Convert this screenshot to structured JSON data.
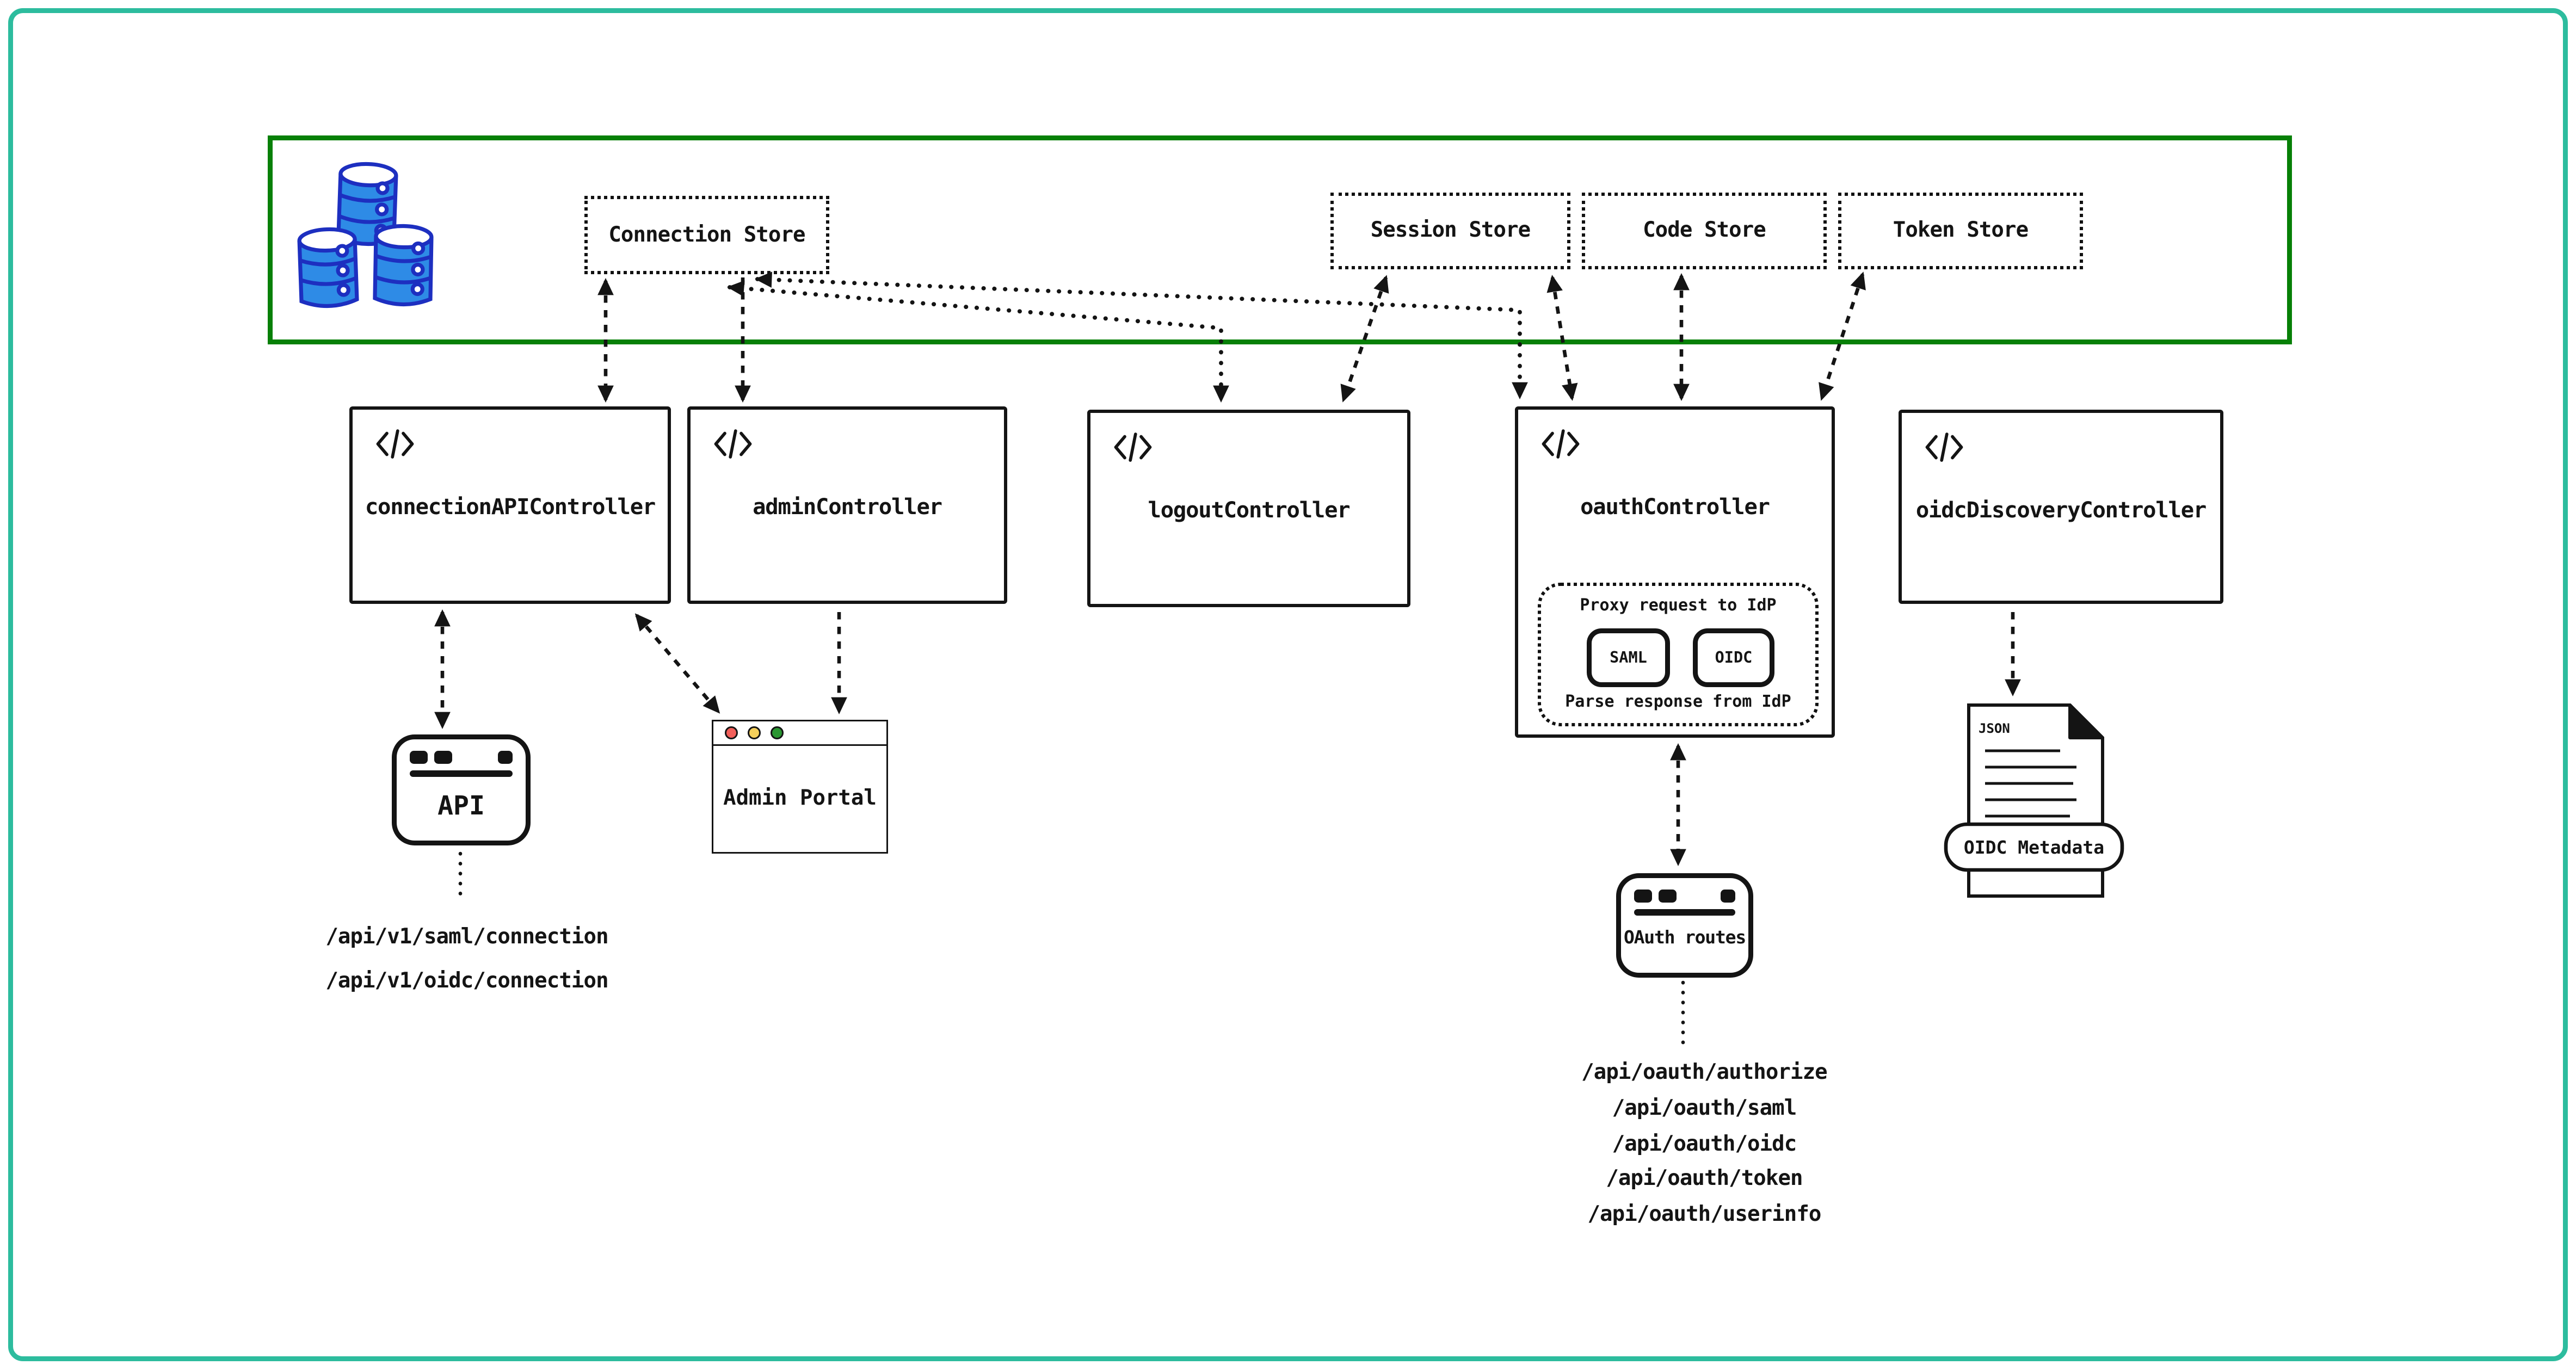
{
  "storage_layer": {
    "stores": [
      "Connection Store",
      "Session Store",
      "Code Store",
      "Token Store"
    ],
    "database_icon": "database-cylinders"
  },
  "controllers": [
    "connectionAPIController",
    "adminController",
    "logoutController",
    "oauthController",
    "oidcDiscoveryController"
  ],
  "oauth_internals": {
    "proxy_top": "Proxy request to IdP",
    "proxy_bottom": "Parse response from IdP",
    "protocols": [
      "SAML",
      "OIDC"
    ]
  },
  "clients": {
    "api_window_label": "API",
    "admin_portal_label": "Admin Portal",
    "oauth_routes_window_label": "OAuth routes",
    "json_doc_label": "JSON",
    "oidc_metadata_label": "OIDC Metadata"
  },
  "api_routes": [
    "/api/v1/saml/connection",
    "/api/v1/oidc/connection"
  ],
  "oauth_routes": [
    "/api/oauth/authorize",
    "/api/oauth/saml",
    "/api/oauth/oidc",
    "/api/oauth/token",
    "/api/oauth/userinfo"
  ],
  "colors": {
    "frame_border": "#2dbc9e",
    "storage_border": "#078007",
    "db_fill": "#2e8be6",
    "db_stroke": "#1d2fc0",
    "traffic_red": "#f25f5a",
    "traffic_yellow": "#f5d05b",
    "traffic_green": "#2a9631"
  }
}
